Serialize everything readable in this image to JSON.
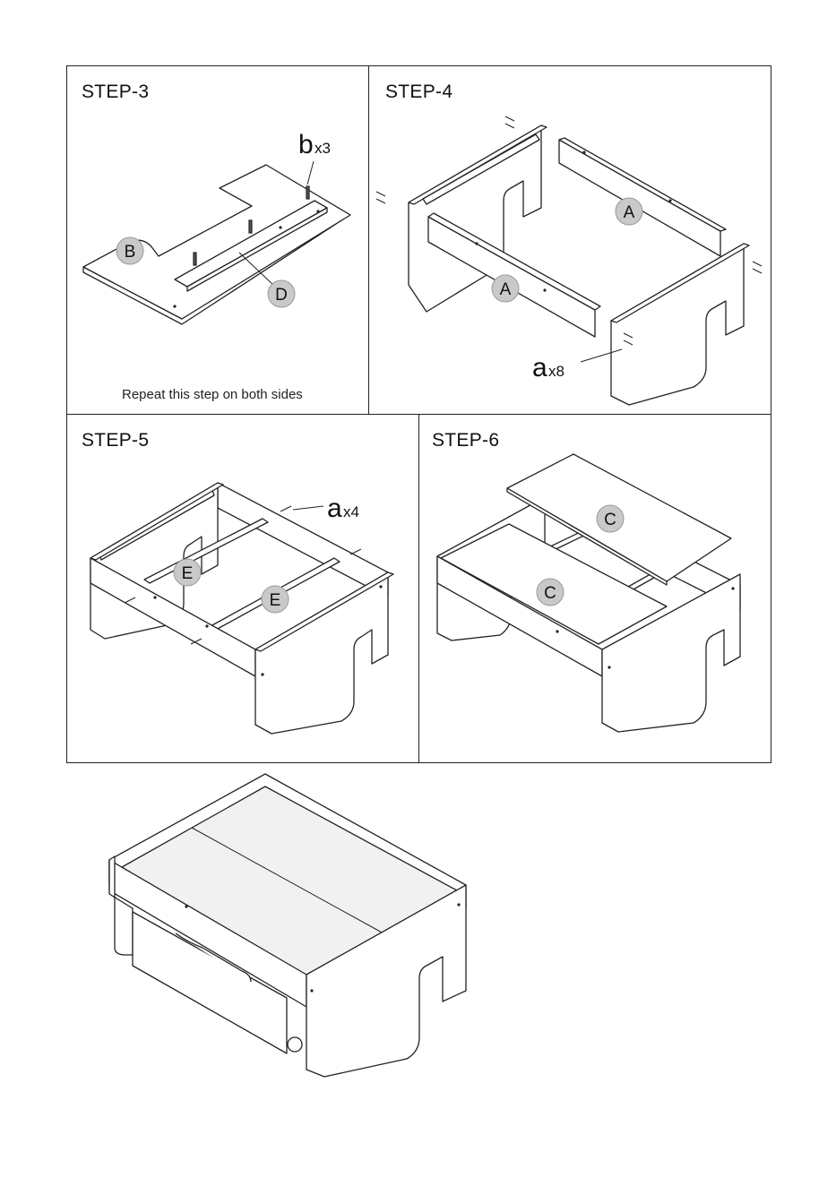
{
  "steps": [
    {
      "title": "STEP-3",
      "note": "Repeat this step on both sides",
      "labels": {
        "board": "B",
        "rail": "D",
        "fastener": "b",
        "fastener_qty": "x3"
      }
    },
    {
      "title": "STEP-4",
      "labels": {
        "side_panel": "A",
        "fastener": "a",
        "fastener_qty": "x8"
      }
    },
    {
      "title": "STEP-5",
      "labels": {
        "rod": "E",
        "fastener": "a",
        "fastener_qty": "x4"
      }
    },
    {
      "title": "STEP-6",
      "labels": {
        "top_panel": "C"
      }
    }
  ]
}
